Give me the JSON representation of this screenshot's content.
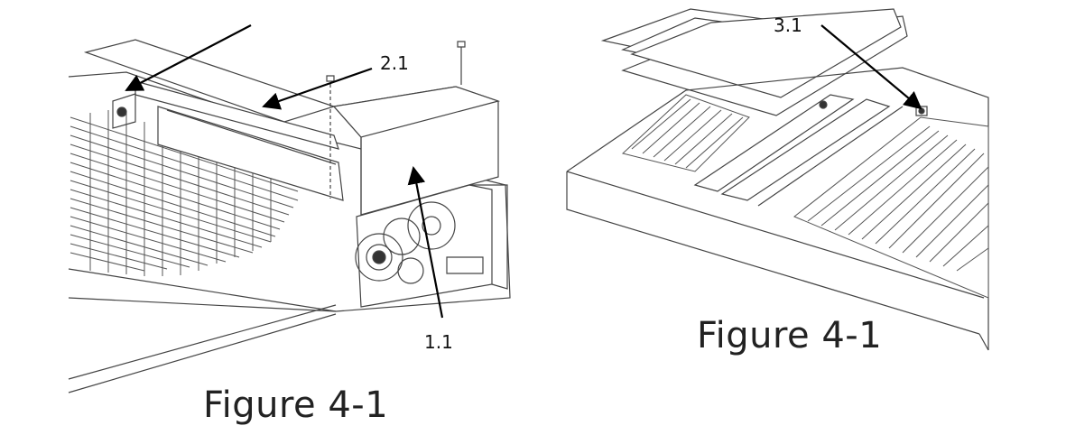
{
  "left_figure": {
    "caption": "Figure 4-1",
    "callouts": [
      "2.1",
      "1.1"
    ]
  },
  "right_figure": {
    "caption": "Figure 4-1",
    "callouts": [
      "3.1"
    ]
  },
  "colors": {
    "line": "#3a3a3a",
    "arrow": "#000000",
    "text": "#222222"
  }
}
